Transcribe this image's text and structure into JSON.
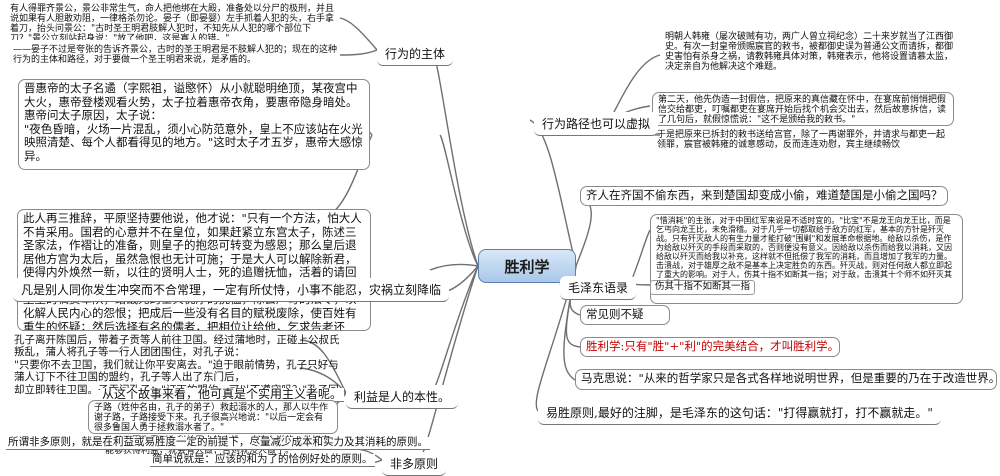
{
  "center": "胜利学",
  "branches": {
    "b1": "行为的主体",
    "b2": "行为路径也可以虚拟",
    "b3": "齐人在齐国不偷东西，来到楚国却变成小偷，难道楚国是小偷之国吗？",
    "b4": "毛泽东语录",
    "b5": "常见则不疑",
    "b6": "胜利学:只有\"胜\"+\"利\"的完美结合，才叫胜利学。",
    "b7": "马克思说：\"从来的哲学家只是各式各样地说明世界，但是重要的乃在于改造世界。\"",
    "b8": "易胜原则,最好的注脚，是毛泽东的这句话：\"打得赢就打，打不赢就走。\"",
    "b9": "利益是人的本性。",
    "b10": "非多原则",
    "b11": "凡是别人同你发生冲突而不合常理，一定有所仗恃，小事不能忍，灾祸立刻降临"
  },
  "notes": {
    "n1": "有人得罪齐景公，景公非常生气，命人把他绑在大殿，准备处以分尸的极刑，并且说如果有人胆敢劝阻，一律格杀勿论。晏子（即晏婴）左手抓着人犯的头，右手拿着刀，抬头问景公：\"古时圣王明君肢解人犯时，不知先从人犯的哪个部位下刀？\"景公立刻站起身说：\"放了他吧，这是寡人的错。\"",
    "n2": "——晏子不过是夸张的告诉齐景公，古时的圣王明君是不肢解人犯的；现在的这种行为的主体和路径，对于要做一个圣王明君来说，是矛盾的。",
    "n3": "晋惠帝的太子名遹（字熙祖，谥愍怀）从小就聪明绝顶，某夜宫中大火，惠帝登楼观看火势，太子拉着惠帝衣角，要惠帝隐身暗处。惠帝问太子原因，太子说：\n\"夜色昏暗，火场一片混乱，须小心防范意外，皇上不应该站在火光映照清楚、每个人都看得见的地方。\"这时太子才五岁，惠帝大感惊异。",
    "n4": "此人再三推辞，平原坚持要他说，他才说：\"只有一个方法，怕大人不肯采用。国君的心意并不在皇位，如果赶紧立东宫太子，陈述三圣家法，作褶让的准备，则皇子的抱怨可转变为感恩；那么皇后退居他方宫为太后，虽然急恨也无计可施；于是大人可以解除新君，使得内外焕然一新，以往的贤明人士，死的追赠抚恤，活着的请回来任职，并派使者到各地聘请贤明人士，以释诸侯猜疑'安定边境，重重的犒赏军队，给战死的士兵优厚的抚恤，除去严苛的法令，以化解人民内心的怨恨；把成后一些没有名目的赋税废除，使百姓有重生的怀疑；然后选择有名的儒者，把相位让给他，乞求告老还乡，云游四方，这样转危为安，转祸为福，或者还有些希望。\"",
    "n5": "明朝人韩雍（屡次破贼有功，两广人曾立祠纪念）二十来岁就当了江西御史。有次一封皇帝颁赐宸官的敕书，被都御史误为普通公文而请拆，都御史害怕有杀身之祸，请教韩雍具体对策，韩雍表示，他将设置请慕太监，决定亲自为他解决这个难题。",
    "n6": "第二天，他先伪造一封假信，把原来的真信藏在怀中，在宴席前悄悄把假信交给都吏，叮嘱都吏在宴席开始后找个机会交出去，然后故意拆信，读了几句后，就假惊慌说：\"这不是颁给我的敕书。\"",
    "n7": "于是把原来已拆封的敕书送给宫官，除了一再谢罪外，并请求与都吏一起领罪，宸官被韩雍的诚意感动，反而连连劝慰，宾主继续畅饮",
    "n8": "\"惜消耗\"的主张，对于中国红军来说是不适时宜的。\"比宝\"不是龙王向龙王比，而是乞丐向龙王比，未免滑稽。对于几乎一切都取给于敌方的红军，基本的方针是歼灭战。只有歼灭敌人的有生力量才能打破\"围剿\"和发展革命根据地。给敌以杀伤，是作为给敌以歼灭的手段而采取的，否则便没有意义。因给敌以杀伤而给我以消耗，又因给敌以歼灭而给我以补充，这样就不但抵偿了我军的消耗，而且增加了我军的力量。击溃战，对于雄厚之敌不是基本上决定胜负的东西。歼灭战，则对任何敌人都立即起了重大的影响。对于人，伤其十指不如断其一指；对于敌，击溃其十个师不如歼灭其一个师。",
    "n9": "伤其十指不如断其一指",
    "n10": "孔子离开陈国后，带着子贡等人前往卫国。经过蒲地时，正碰上公叔氏叛乱，蒲人将孔子等一行人团团围住，对孔子说：\n\"只要你不去卫国，我们就让你平安离去。\"迫于眼前情势，孔子只好与蒲人订下不往卫国的盟约，孔子等人出了东门后，\n却立即转往卫国。子贡问孔子：\"订下的盟约，可以不遵守吗？\"孔子回答说：\n\"在受胁迫的情况下所订的盟约，神明是听不见，看不到，不承认的。\"",
    "n11": "从这个故事来看，他可真是个实用主义者呢。",
    "n12": "子路（姓仲名由，孔子的弟子）救起溺水的人，那人以牛作谢子路，子路接受下来。孔子很高兴地说：\"以后一定会有很多鲁国人勇于拯救溺水者了。\"",
    "n13": "孔子正因为看到为利益是人的本性，才这么说的。做好事能够获得利益，就会有人做；否则就没人做了。",
    "n14": "所谓非多原则，就是在利益或易胜度一定的前提下，尽量减少成本和实力及其消耗的原则。",
    "n15": "简单说就是：应该的和为了的恰例好处的原则。"
  }
}
